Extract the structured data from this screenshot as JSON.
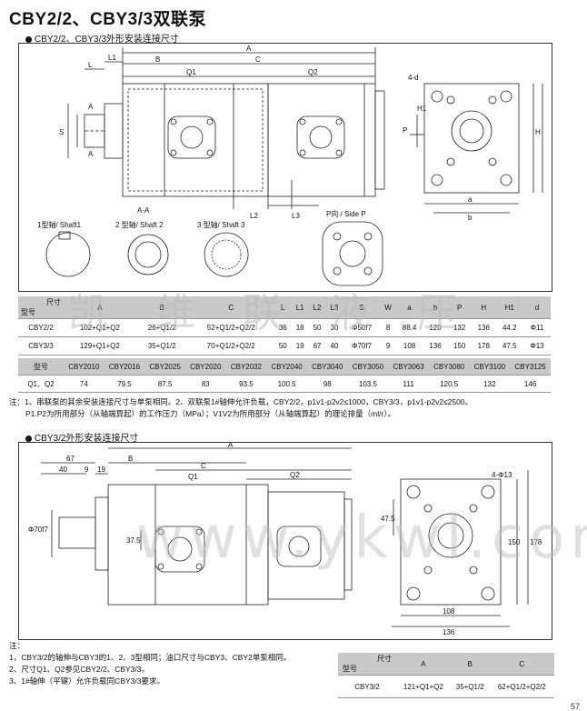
{
  "title": "CBY2/2、CBY3/3双联泵",
  "section1": "CBY2/2、CBY3/3外形安装连接尺寸",
  "section2": "CBY3/2外形安装连接尺寸",
  "drawing1": {
    "dims": {
      "A": "A",
      "B": "B",
      "C": "C",
      "L": "L",
      "L1": "L1",
      "L2": "L2",
      "L3": "L3",
      "Q1": "Q1",
      "Q2": "Q2",
      "S": "S",
      "d": "4-d",
      "H1": "H1",
      "P": "P",
      "H": "H",
      "a": "a",
      "b": "b",
      "AA": "A",
      "AA2": "A"
    },
    "labels": {
      "section_aa": "A-A",
      "shaft1": "1型轴/ Shaft1",
      "shaft2": "2 型轴/ Shaft 2",
      "shaft3": "3 型轴/ Shaft 3",
      "side_p": "P向 / Side P"
    }
  },
  "table1": {
    "corner_top": "尺寸",
    "corner_bottom": "型号",
    "headers": [
      "A",
      "B",
      "C",
      "L",
      "L1",
      "L2",
      "L3",
      "S",
      "W",
      "a",
      "b",
      "P",
      "H",
      "H1",
      "d"
    ],
    "rows": [
      [
        "CBY2/2",
        "102+Q1+Q2",
        "26+Q1/2",
        "52+Q1/2+Q2/2",
        "36",
        "18",
        "50",
        "30",
        "Φ50f7",
        "8",
        "88.4",
        "120",
        "132",
        "136",
        "44.2",
        "Φ11"
      ],
      [
        "CBY3/3",
        "129+Q1+Q2",
        "35+Q1/2",
        "70+Q1/2+Q2/2",
        "50",
        "19",
        "67",
        "40",
        "Φ70f7",
        "9",
        "108",
        "136",
        "150",
        "178",
        "47.5",
        "Φ13"
      ]
    ]
  },
  "table2": {
    "head_label": "型号",
    "row_label": "Q1、Q2",
    "models": [
      "CBY2010",
      "CBY2016",
      "CBY2025",
      "CBY2020",
      "CBY2032",
      "CBY2040",
      "CBY3040",
      "CBY3050",
      "CBY3063",
      "CBY3080",
      "CBY3100",
      "CBY3125"
    ],
    "values": [
      "74",
      "79.5",
      "87.5",
      "83",
      "93.5",
      "100.5",
      "98",
      "103.5",
      "111",
      "120.5",
      "132",
      "146"
    ]
  },
  "notes1": [
    "注：1、串联泵的其余安装连接尺寸与单泵相同。2、双联泵1#轴伸允许负载，CBY2/2，p1v1-p2v2≤1000，CBY3/3，p1v1-p2v2≤2500。",
    "P1.P2为所用部分（从轴端算起）的工作压力（MPa）；V1V2为所用部分（从轴端算起）的理论排量（ml/r）。"
  ],
  "drawing2": {
    "dims": {
      "A": "A",
      "B": "B",
      "C": "C",
      "d67": "67",
      "d40": "40",
      "d9": "9",
      "d19": "19",
      "Q1": "Q1",
      "Q2": "Q2",
      "phi": "Φ70f7",
      "d375": "37.5",
      "d4phi13": "4-Φ13",
      "d475": "47.5",
      "d150": "150",
      "d178": "178",
      "d108": "108",
      "d136": "136"
    }
  },
  "notes2": [
    "注：",
    "1、CBY3/2的轴伸与CBY3的1、2、3型相同；油口尺寸与CBY3、CBY2单泵相同。",
    "2、尺寸Q1、Q2参见CBY2/2、CBY3/3。",
    "3、1#轴伸（平键）允许负载同CBY3/3要求。"
  ],
  "table3": {
    "corner_top": "尺寸",
    "corner_bottom": "型号",
    "headers": [
      "A",
      "B",
      "C"
    ],
    "row": [
      "CBY3/2",
      "121+Q1+Q2",
      "35+Q1/2",
      "62+Q1/2+Q2/2"
    ]
  },
  "watermark": [
    "凯",
    "维",
    "联",
    "液",
    "压"
  ],
  "watermark2": "www.ykwl.com",
  "page_no": "57"
}
